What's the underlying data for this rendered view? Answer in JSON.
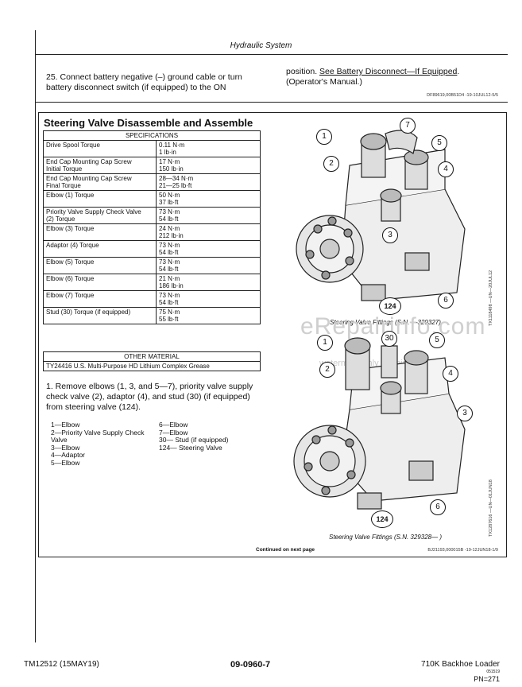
{
  "header": {
    "title": "Hydraulic System"
  },
  "step25": {
    "text_a": "25. Connect battery negative (–) ground cable or turn battery disconnect switch (if equipped) to the ON",
    "text_b_plain": "position. ",
    "text_b_link": "See Battery Disconnect—If Equipped",
    "text_b_tail": ". (Operator's Manual.)",
    "ref": "DF89619,00B51D4 -19-10JUL12-5/5"
  },
  "section": {
    "title": "Steering Valve Disassemble and Assemble",
    "spec_header": "SPECIFICATIONS",
    "specs": [
      {
        "name": "Drive Spool Torque",
        "value": "0.11 N·m\n1 lb·in"
      },
      {
        "name": "End Cap Mounting Cap Screw\nInitial Torque",
        "value": "17 N·m\n150 lb·in"
      },
      {
        "name": "End Cap Mounting Cap Screw\nFinal Torque",
        "value": "28—34 N·m\n21—25 lb·ft"
      },
      {
        "name": "Elbow (1) Torque",
        "value": "50 N·m\n37 lb·ft"
      },
      {
        "name": "Priority Valve Supply Check Valve\n(2) Torque",
        "value": "73 N·m\n54 lb·ft"
      },
      {
        "name": "Elbow (3) Torque",
        "value": "24 N·m\n212 lb·in"
      },
      {
        "name": "Adaptor (4) Torque",
        "value": "73 N·m\n54 lb·ft"
      },
      {
        "name": "Elbow (5) Torque",
        "value": "73 N·m\n54 lb·ft"
      },
      {
        "name": "Elbow (6) Torque",
        "value": "21 N·m\n186 lb·in"
      },
      {
        "name": "Elbow (7) Torque",
        "value": "73 N·m\n54 lb·ft"
      },
      {
        "name": "Stud (30) Torque (if equipped)",
        "value": "75 N·m\n55 lb·ft"
      }
    ],
    "other_header": "OTHER MATERIAL",
    "other_item": "TY24416 U.S. Multi-Purpose HD Lithium Complex Grease",
    "step1": "1.  Remove elbows (1, 3, and 5—7), priority valve supply check valve (2), adaptor (4), and stud (30) (if equipped) from steering valve (124).",
    "legend_left": [
      "1—Elbow",
      "2—Priority Valve Supply Check Valve",
      "3—Elbow",
      "4—Adaptor",
      "5—Elbow"
    ],
    "legend_right": [
      "6—Elbow",
      "7—Elbow",
      "30— Stud (if equipped)",
      "124— Steering Valve"
    ],
    "fig1_caption": "Steering Valve Fittings (S.N. —329327)",
    "fig1_side": "TX1118498 —UN—20JUL12",
    "fig2_caption": "Steering Valve Fittings (S.N. 329328— )",
    "fig2_side": "TX1287616 —UN—01JUN18",
    "continued": "Continued on next page",
    "ref": "BJ21193,000015B -19-12JUN18-1/9",
    "watermark": "eRepairinfo.com",
    "watermark_sub": "watermark only on this sample"
  },
  "footer": {
    "left": "TM12512 (15MAY19)",
    "center": "09-0960-7",
    "right": "710K Backhoe Loader",
    "right_small": "051519",
    "pn": "PN=271"
  }
}
